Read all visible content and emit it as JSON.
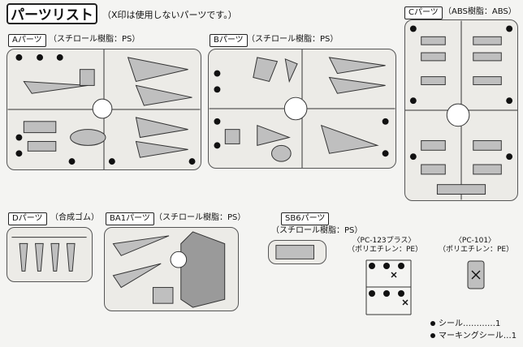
{
  "header": {
    "title": "パーツリスト",
    "note": "（X印は使用しないパーツです。）"
  },
  "sheets": {
    "A": {
      "name": "Aパーツ",
      "material": "（スチロール樹脂：PS）"
    },
    "B": {
      "name": "Bパーツ",
      "material": "（スチロール樹脂：PS）"
    },
    "C": {
      "name": "Cパーツ",
      "material": "（ABS樹脂：ABS）"
    },
    "D": {
      "name": "Dパーツ",
      "material": "（合成ゴム）"
    },
    "BA1": {
      "name": "BA1パーツ",
      "material": "（スチロール樹脂：PS）"
    },
    "SB6": {
      "name": "SB6パーツ",
      "material": "（スチロール樹脂：PS）"
    },
    "PC123": {
      "name": "〈PC-123プラス〉",
      "material": "（ポリエチレン：PE）"
    },
    "PC101": {
      "name": "〈PC-101〉",
      "material": "（ポリエチレン：PE）"
    }
  },
  "legend": {
    "seal": "シール…………1",
    "marking": "マーキングシール…1"
  },
  "colors": {
    "ink": "#111111",
    "frame": "#555555",
    "paper": "#f4f4f2"
  }
}
